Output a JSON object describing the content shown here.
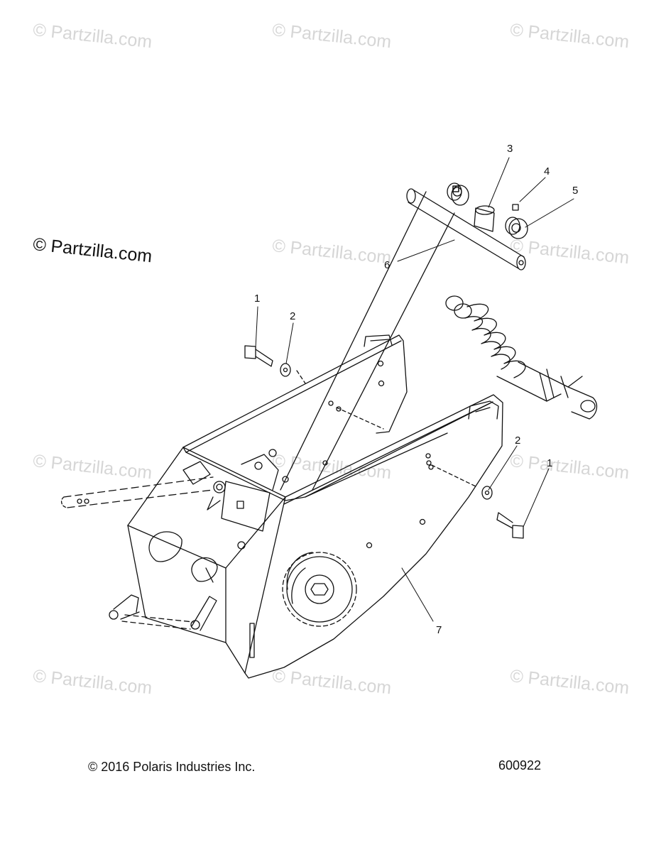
{
  "watermark": {
    "text": "© Partzilla.com",
    "color": "#d6d6d6"
  },
  "logo": {
    "text": "© Partzilla.com"
  },
  "callouts": {
    "c1a": "1",
    "c2a": "2",
    "c3": "3",
    "c4": "4",
    "c5": "5",
    "c6": "6",
    "c2b": "2",
    "c1b": "1",
    "c7": "7"
  },
  "footer": {
    "copyright": "© 2016 Polaris Industries Inc.",
    "figure_number": "600922"
  }
}
